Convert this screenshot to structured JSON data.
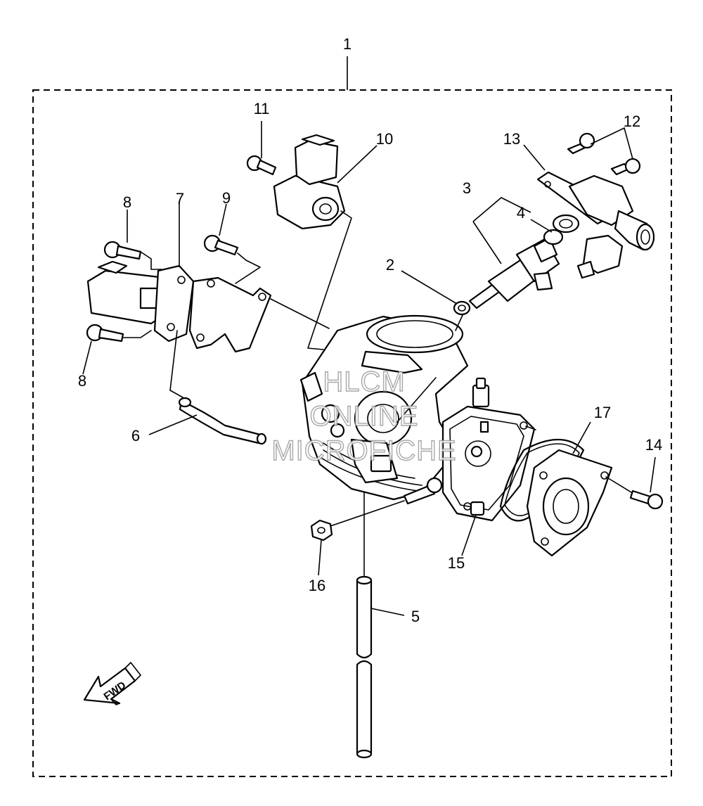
{
  "labels": {
    "l1": "1",
    "l2": "2",
    "l3": "3",
    "l4": "4",
    "l5": "5",
    "l6": "6",
    "l7": "7",
    "l8a": "8",
    "l8b": "8",
    "l9": "9",
    "l10": "10",
    "l11": "11",
    "l12": "12",
    "l13": "13",
    "l14": "14",
    "l15": "15",
    "l16": "16",
    "l17": "17"
  },
  "watermark": {
    "line1": "HLCM",
    "line2": "ONLINE",
    "line3": "MICROFICHE"
  },
  "fwd_label": "FWD"
}
